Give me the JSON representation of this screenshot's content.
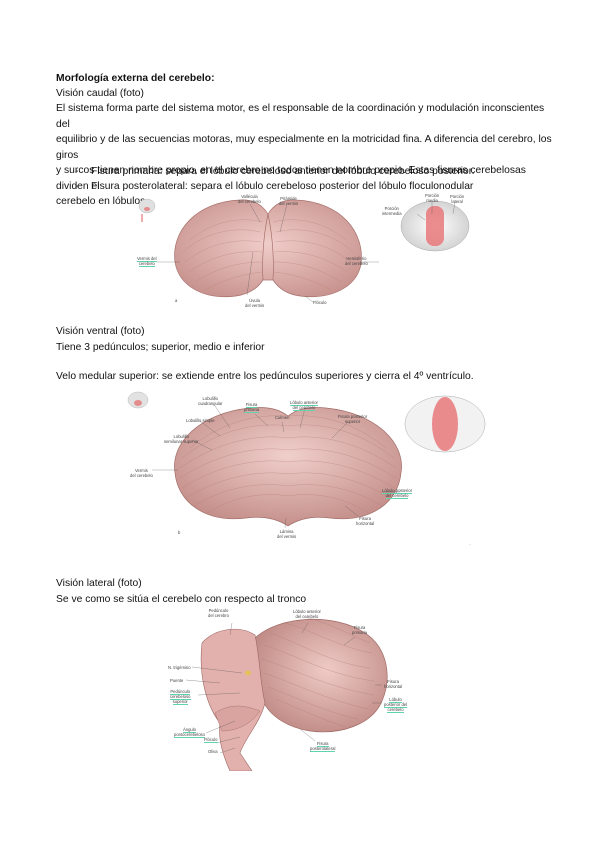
{
  "section1": {
    "title": "Morfología externa del cerebelo:",
    "subtitle": "Visión caudal (foto)",
    "paragraph_lines": [
      "El sistema forma parte del sistema motor, es el responsable de la coordinación y modulación inconscientes del",
      "equilibrio y de las secuencias motoras, muy especialmente en la motricidad fina. A diferencia del cerebro, los giros",
      "y surcos tienen nombre propio, en el cerebro no todos tienen nombre propio. Estas fisuras cerebelosas dividen el",
      "cerebelo en lóbulos."
    ],
    "bullets": [
      "Fisura primaria: separa el lóbulo cerebeloso anterior del lóbulo cerebeloso posterior.",
      "Fisura posterolateral: separa el lóbulo cerebeloso posterior del lóbulo floculonodular"
    ]
  },
  "figure1": {
    "labels": {
      "vallecula": "Vallécula\ndel cerebelo",
      "pyramid": "Pirámide\ndel vermis",
      "vermis": "Vermis del\ncerebelo",
      "hemisphere": "Hemisferio\ndel cerebelo",
      "uvula": "Úvula\ndel vermis",
      "flocculus": "Flóculo",
      "letter": "a"
    },
    "inset_labels": {
      "medial": "Porción\nmedia",
      "intermediate": "Porción\nintermedia",
      "lateral": "Porción\nlateral"
    }
  },
  "section2": {
    "subtitle": "Visión ventral (foto)",
    "line1": "Tiene 3 pedúnculos; superior, medio e inferior",
    "line2": "Velo medular superior: se extiende entre los pedúnculos superiores y cierra el 4º ventrículo."
  },
  "figure2": {
    "labels": {
      "quadrangular": "Lobulillo\ncuadrangular",
      "simple": "Lobulillo simple",
      "semilunar": "Lobulillo\nsemilunar superior",
      "vermis": "Vermis\ndel cerebelo",
      "primary": "Fisura\nprimaria",
      "culmen": "Culmen",
      "anterior": "Lóbulo anterior\ndel cerebelo",
      "posterior_fissure": "Fisura posterior\nsuperior",
      "posterior_lobe": "Lóbulo posterior\ndel cerebelo",
      "horizontal": "Fisura\nhorizontal",
      "folium": "Lámina\ndel vermis",
      "letter": "b"
    }
  },
  "section3": {
    "subtitle": "Visión lateral (foto)",
    "line1": "Se ve como se sitúa el cerebelo con respecto al tronco"
  },
  "figure3": {
    "labels": {
      "peduncle_brain": "Pedúnculo\ndel cerebro",
      "anterior_lobe": "Lóbulo anterior\ndel cerebelo",
      "primary": "Fisura\nprimaria",
      "trigeminal": "N. trigémino",
      "pons": "Puente",
      "superior_peduncle": "Pedúnculo\ncerebeloso\nsuperior",
      "horizontal": "Fisura\nhorizontal",
      "posterior_lobe": "Lóbulo\nposterior del\ncerebelo",
      "angle": "Ángulo\npontocerebeloso",
      "flocculus": "Flóculo",
      "olive": "Oliva",
      "posterolateral": "Fisura\nposterolateral"
    }
  },
  "colors": {
    "tissue": "#e6b8b4",
    "tissue_dark": "#b98580",
    "highlight": "#5fd3b0",
    "inset_red": "#e8787a"
  }
}
